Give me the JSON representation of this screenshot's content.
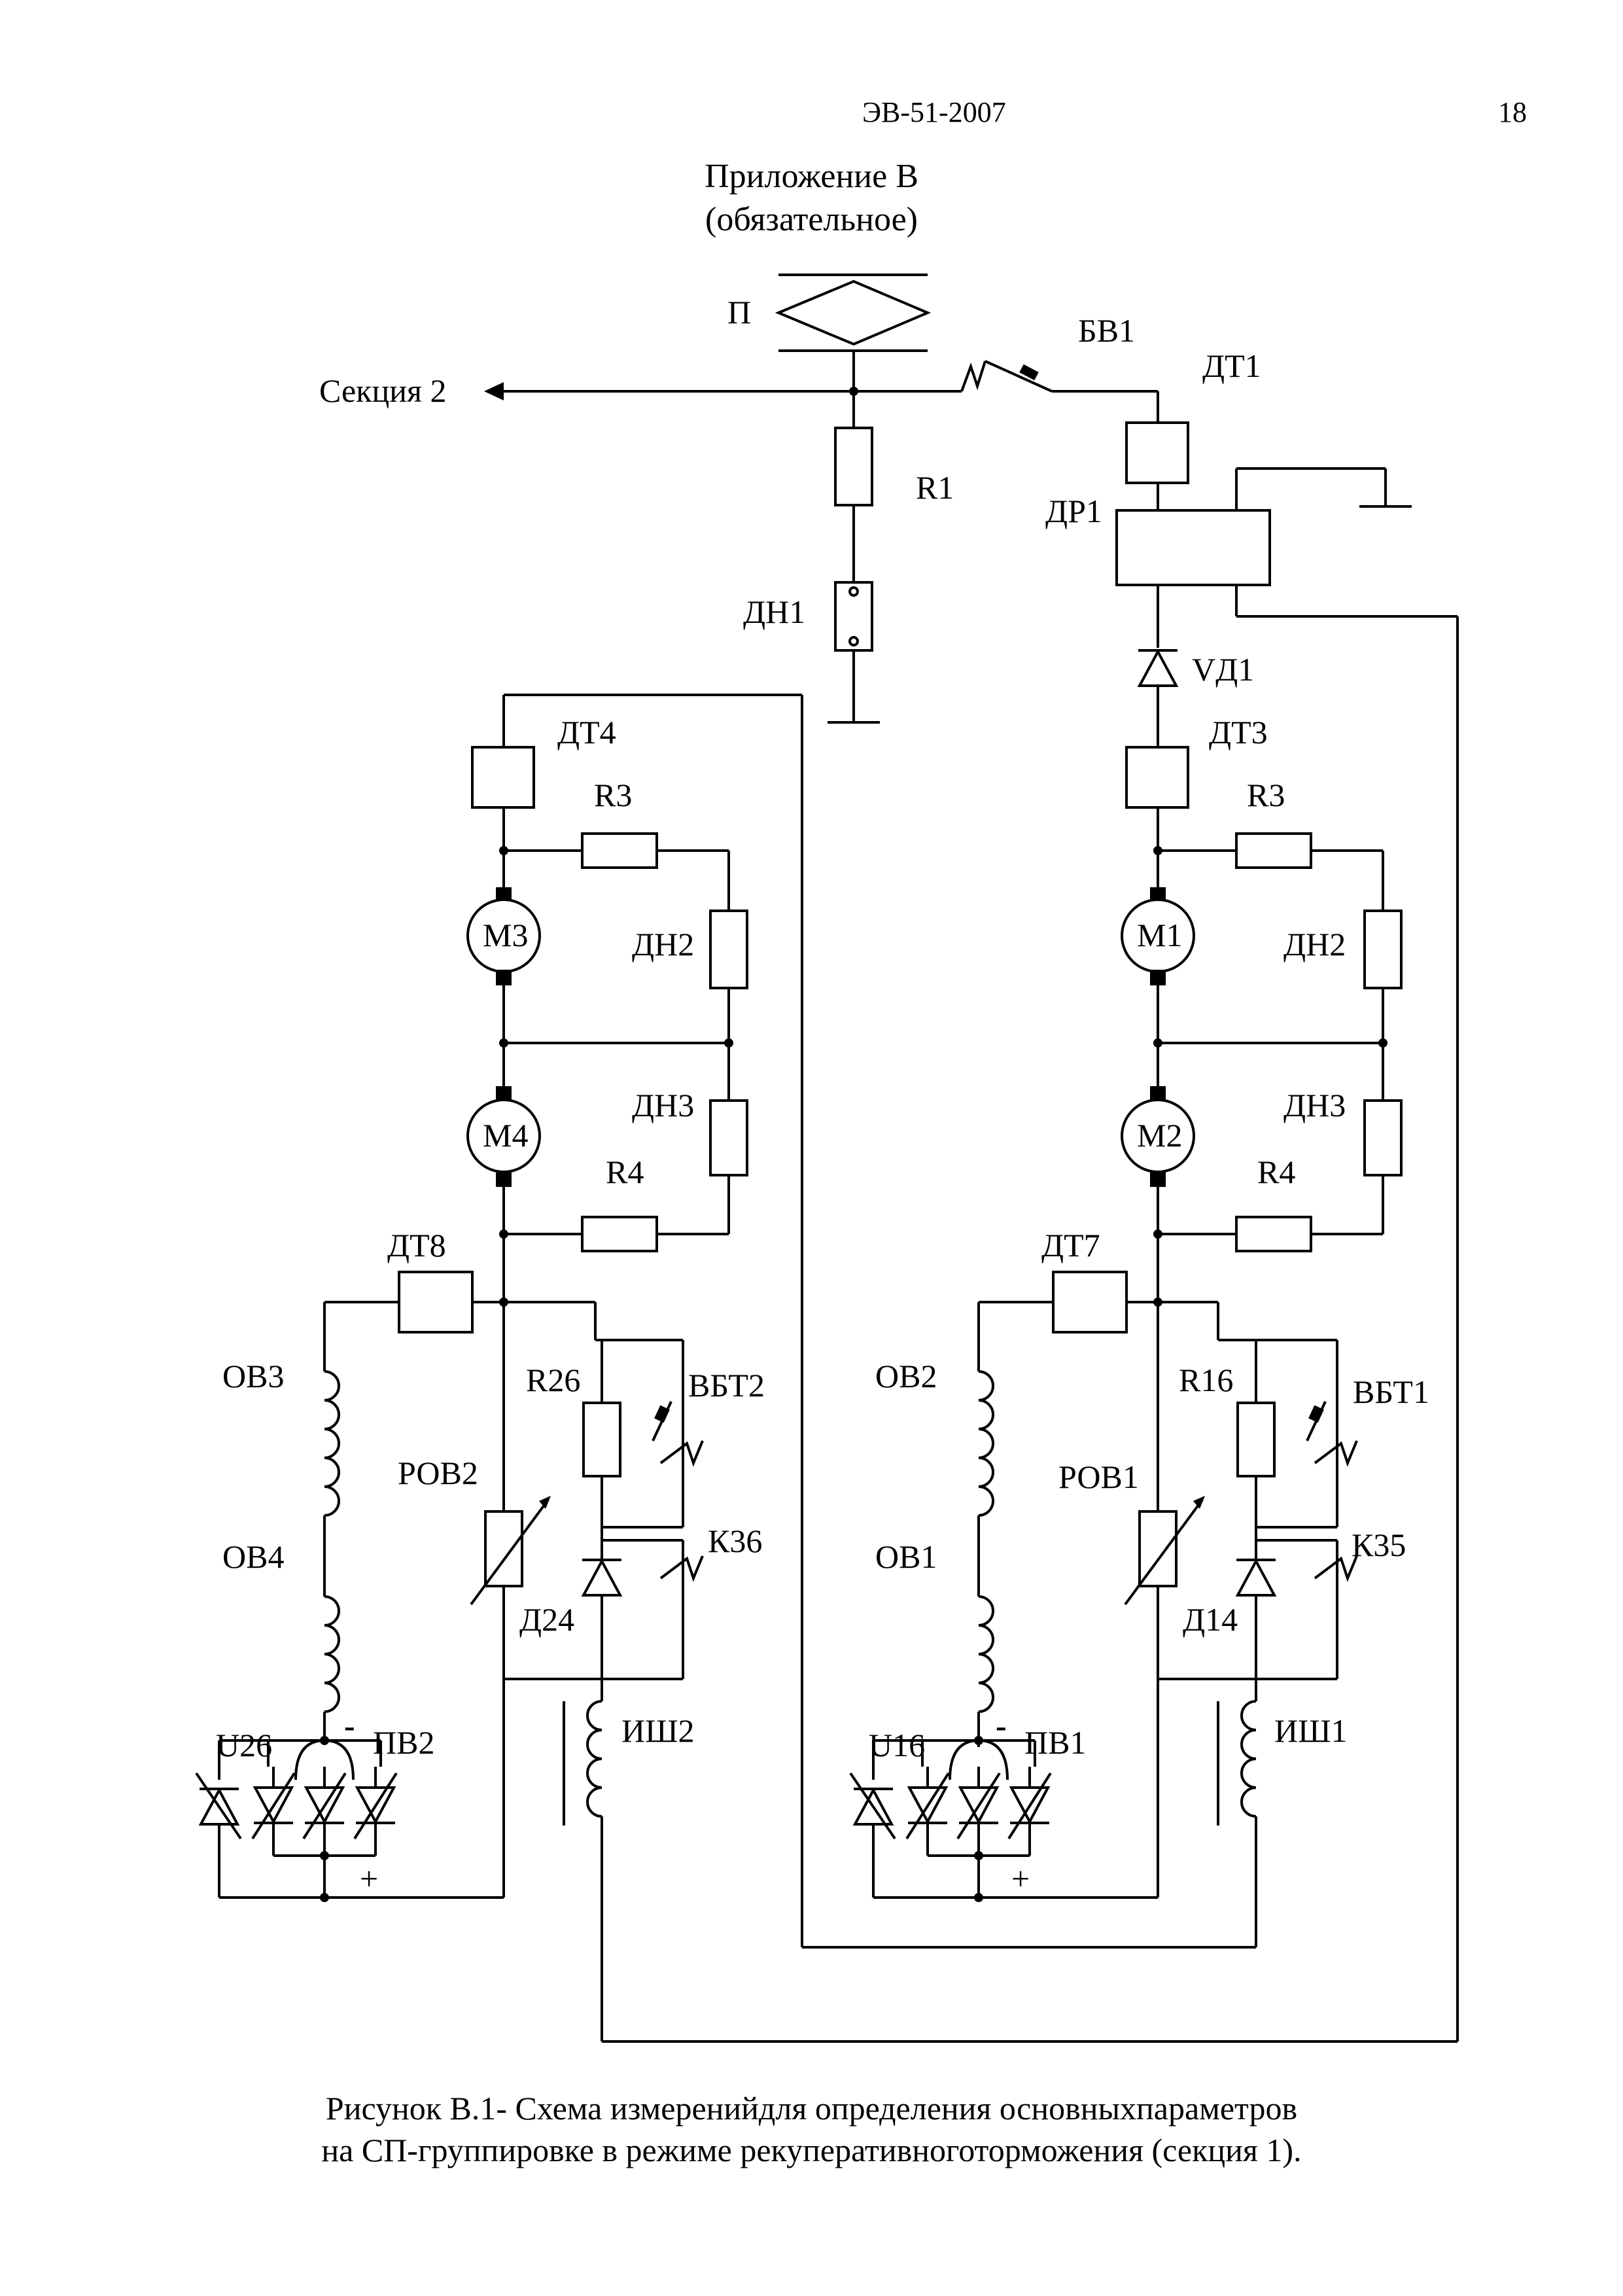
{
  "header": {
    "doc_code": "ЭВ-51-2007",
    "page_number": "18"
  },
  "appendix": {
    "title": "Приложение В",
    "subtitle": "(обязательное)"
  },
  "diagram": {
    "labels": {
      "pantograph": "П",
      "section2": "Секция 2",
      "bv1": "БВ1",
      "dt1": "ДТ1",
      "r1": "R1",
      "dr1": "ДР1",
      "dn1": "ДН1",
      "vd1": "VД1",
      "dt4": "ДТ4",
      "dt3": "ДТ3",
      "r3_left": "R3",
      "r3_right": "R3",
      "m3": "М3",
      "m1": "М1",
      "dn2_left": "ДН2",
      "dn2_right": "ДН2",
      "m4": "М4",
      "m2": "М2",
      "dn3_left": "ДН3",
      "dn3_right": "ДН3",
      "r4_left": "R4",
      "r4_right": "R4",
      "dt8": "ДТ8",
      "dt7": "ДТ7",
      "ov3": "ОВ3",
      "ov2": "ОВ2",
      "r26": "R26",
      "r16": "R16",
      "vbt2": "ВБТ2",
      "vbt1": "ВБТ1",
      "rov2": "РОВ2",
      "rov1": "РОВ1",
      "ov4": "ОВ4",
      "ov1": "ОВ1",
      "k36": "К36",
      "k35": "К35",
      "d24": "Д24",
      "d14": "Д14",
      "ish2": "ИШ2",
      "ish1": "ИШ1",
      "u26": "U26",
      "u16": "U16",
      "pv2": "ПВ2",
      "pv1": "ПВ1",
      "minus_left": "-",
      "minus_right": "-",
      "plus_left": "+",
      "plus_right": "+"
    }
  },
  "caption": {
    "line1": "Рисунок В.1- Схема измеренийдля определения основныхпараметров",
    "line2": "на СП-группировке в режиме рекуперативноготорможения (секция 1)."
  }
}
